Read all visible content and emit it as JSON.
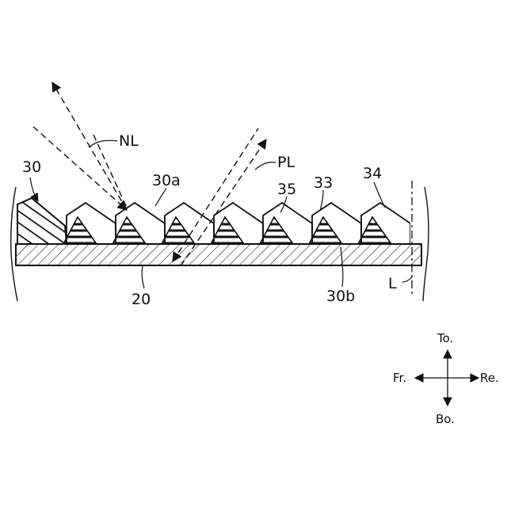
{
  "labels": {
    "ref_30": "30",
    "ref_30a": "30a",
    "ref_35": "35",
    "ref_33": "33",
    "ref_34": "34",
    "ref_20": "20",
    "ref_30b": "30b",
    "ref_L": "L",
    "ray_NL": "NL",
    "ray_PL": "PL"
  },
  "directions": {
    "top": "To.",
    "bottom": "Bo.",
    "front": "Fr.",
    "rear": "Re."
  },
  "colors": {
    "line": "#111111",
    "background": "#ffffff"
  }
}
